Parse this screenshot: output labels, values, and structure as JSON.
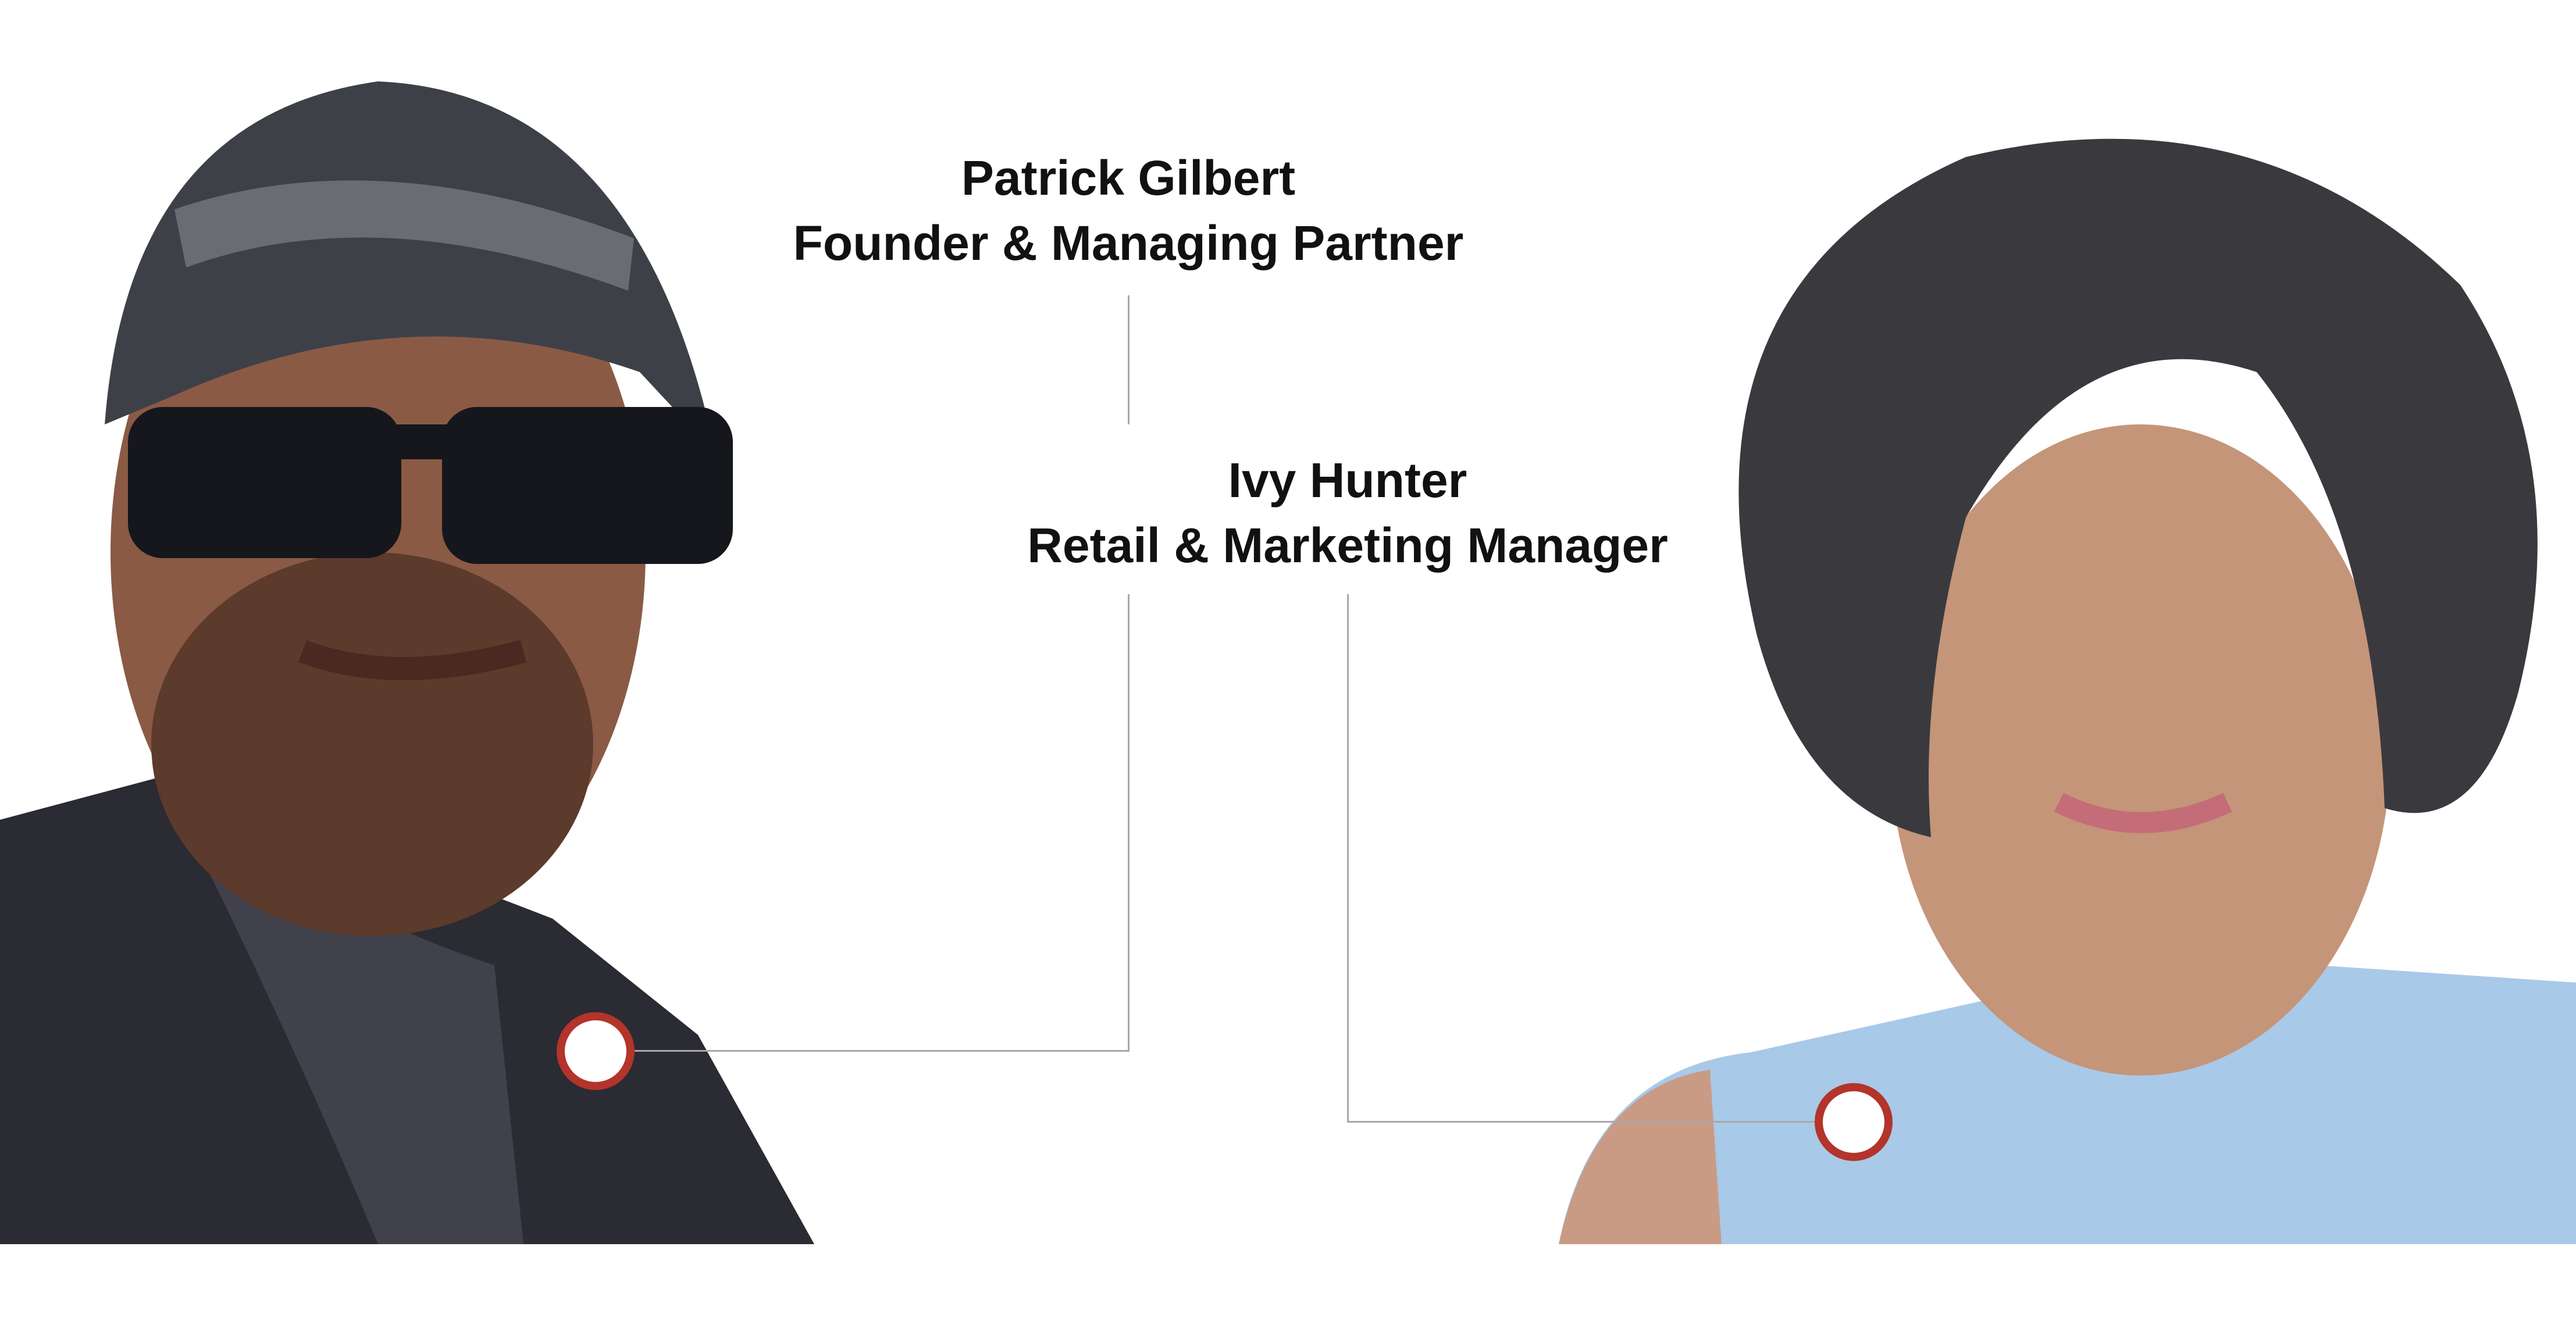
{
  "people": [
    {
      "name": "Patrick Gilbert",
      "title": "Founder & Managing Partner"
    },
    {
      "name": "Ivy Hunter",
      "title": "Retail & Marketing Manager"
    }
  ],
  "colors": {
    "marker": "#b3342a",
    "connector": "#a8a8a8",
    "text": "#111111"
  }
}
